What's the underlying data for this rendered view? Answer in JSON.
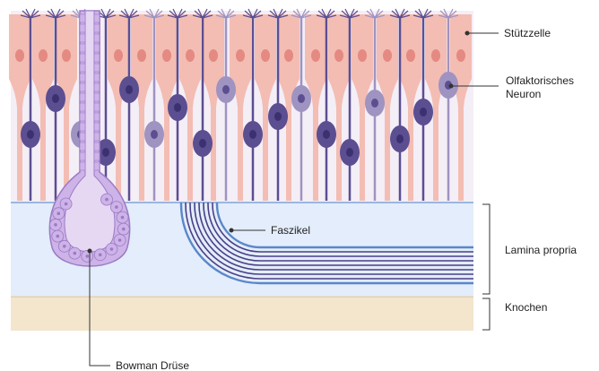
{
  "labels": {
    "stuetzzelle": "Stützzelle",
    "neuron_line1": "Olfaktorisches",
    "neuron_line2": "Neuron",
    "faszikel": "Faszikel",
    "lamina": "Lamina propria",
    "knochen": "Knochen",
    "bowman": "Bowman Drüse"
  },
  "colors": {
    "epithelium_bg": "#f4eef7",
    "support_cell": "#f2b8ad",
    "support_cell_nucleus": "#e48a82",
    "neuron": "#5b4e91",
    "neuron_nucleus": "#3c3170",
    "neuron_faded": "#9f93c1",
    "lamina_propria": "#e3edfb",
    "lamina_border": "#7fa3d8",
    "bone": "#f3e6cd",
    "gland_fill": "#e6d7f3",
    "gland_cell": "#cdb3e8",
    "gland_stroke": "#9b7bc4",
    "fascicle_blue": "#5b87c9",
    "fascicle_purple": "#4a3f86"
  }
}
